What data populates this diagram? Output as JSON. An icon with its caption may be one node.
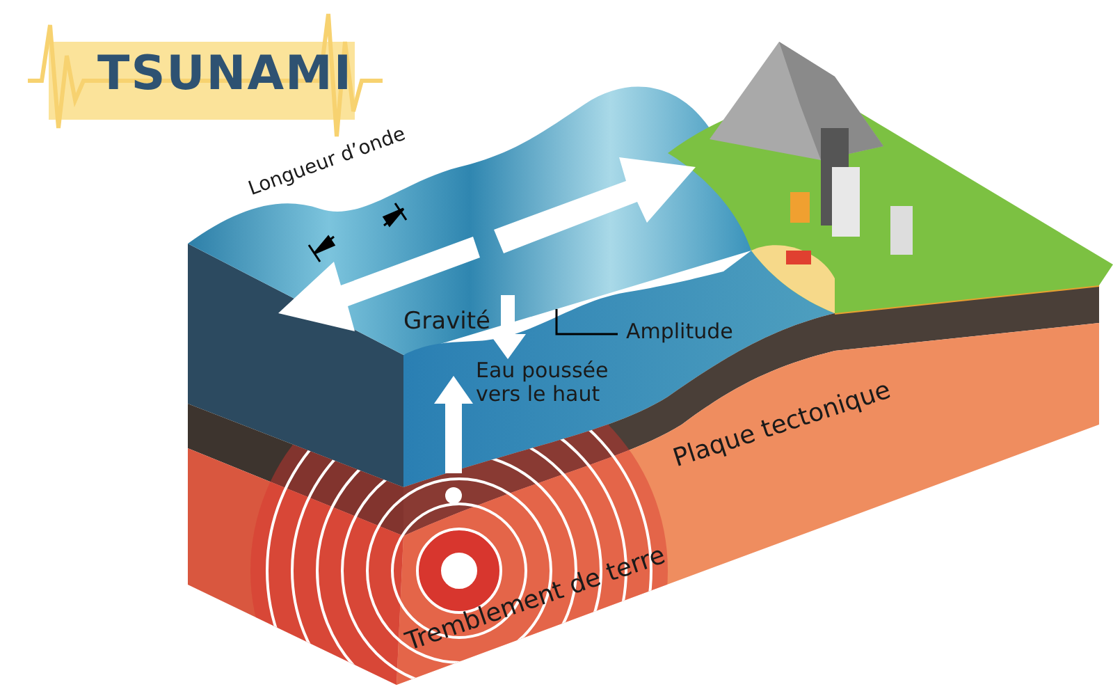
{
  "diagram": {
    "title": "TSUNAMI",
    "labels": [
      "Longueur d’onde",
      "Gravité",
      "Amplitude",
      "Eau poussée vers le haut",
      "Plaque tectonique",
      "Tremblement de terre"
    ]
  }
}
